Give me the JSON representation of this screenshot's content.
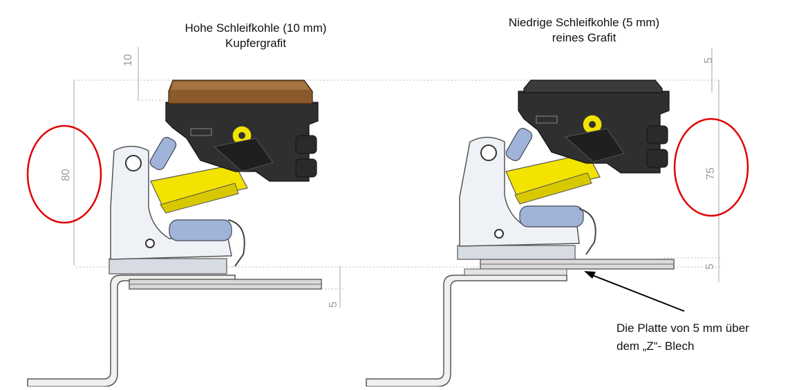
{
  "left_assembly": {
    "title_line1": "Hohe Schleifkohle (10 mm)",
    "title_line2": "Kupfergrafit",
    "dim_carbon": "10",
    "dim_height": "80",
    "dim_plate": "5"
  },
  "right_assembly": {
    "title_line1": "Niedrige Schleifkohle (5 mm)",
    "title_line2": "reines Grafit",
    "dim_carbon": "5",
    "dim_height": "75",
    "dim_plate": "5"
  },
  "annotation": {
    "line1": "Die Platte von 5 mm über",
    "line2": "dem „Z“- Blech"
  },
  "colors": {
    "highlight_circle": "#e00000",
    "carbon_high": "#8a5a2b",
    "carbon_low": "#3b3b3b",
    "arm_yellow": "#f2e300",
    "body_dark": "#2f2f2f",
    "bracket_light": "#e8ecf2",
    "insulator_blue": "#9fb4d8"
  }
}
